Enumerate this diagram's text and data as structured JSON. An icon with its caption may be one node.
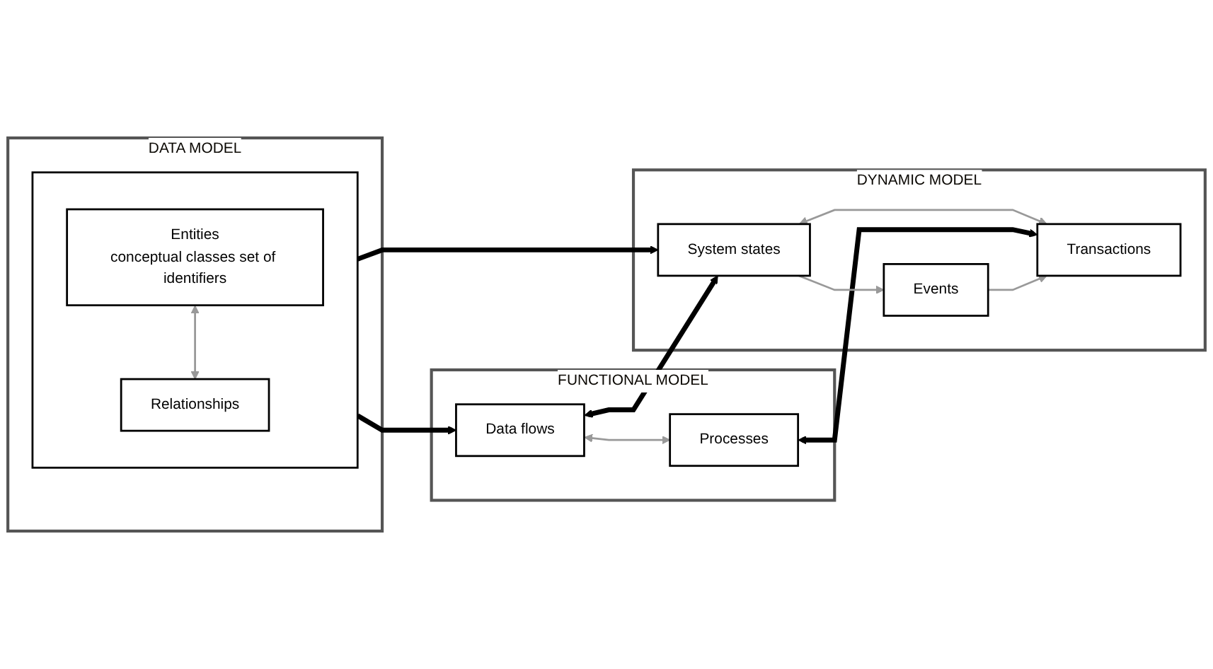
{
  "diagram": {
    "nodes": [
      {
        "text": [
          "DATA MODEL"
        ]
      },
      {
        "text": [
          "FUNCTIONAL MODEL"
        ]
      },
      {
        "text": [
          "DYNAMIC MODEL"
        ]
      },
      {
        "text": [],
        "shape": "box",
        "in": 0
      },
      {
        "text": [
          "Entities",
          "conceptual classes set of identifiers"
        ],
        "in": 3
      },
      {
        "text": [
          "Relationships"
        ],
        "in": 3
      },
      {
        "text": [
          "Data flows"
        ],
        "in": 1
      },
      {
        "text": [
          "Processes"
        ],
        "in": 1
      },
      {
        "text": [
          "System states"
        ],
        "in": 2
      },
      {
        "text": [
          "Transactions"
        ],
        "in": 2
      },
      {
        "text": [
          "Events"
        ],
        "in": 2
      }
    ],
    "edges": [
      {
        "from": 3,
        "to": 6,
        "arrow": "to",
        "style": "thick",
        "color": "#000000"
      },
      {
        "from": 4,
        "to": 5,
        "arrow": "both"
      },
      {
        "from": 6,
        "to": 8,
        "arrow": "both",
        "style": "thick",
        "color": "#000000"
      },
      {
        "from": 6,
        "to": 7,
        "arrow": "both"
      },
      {
        "from": 8,
        "to": 9,
        "arrow": "both"
      },
      {
        "from": 7,
        "to": 9,
        "arrow": "both",
        "style": "thick",
        "color": "#000000"
      },
      {
        "from": 10,
        "to": 9,
        "arrow": "to"
      },
      {
        "from": 8,
        "to": 10,
        "arrow": "to"
      },
      {
        "from": 3,
        "to": 8,
        "arrow": "to",
        "style": "thick",
        "color": "#000000"
      }
    ]
  }
}
